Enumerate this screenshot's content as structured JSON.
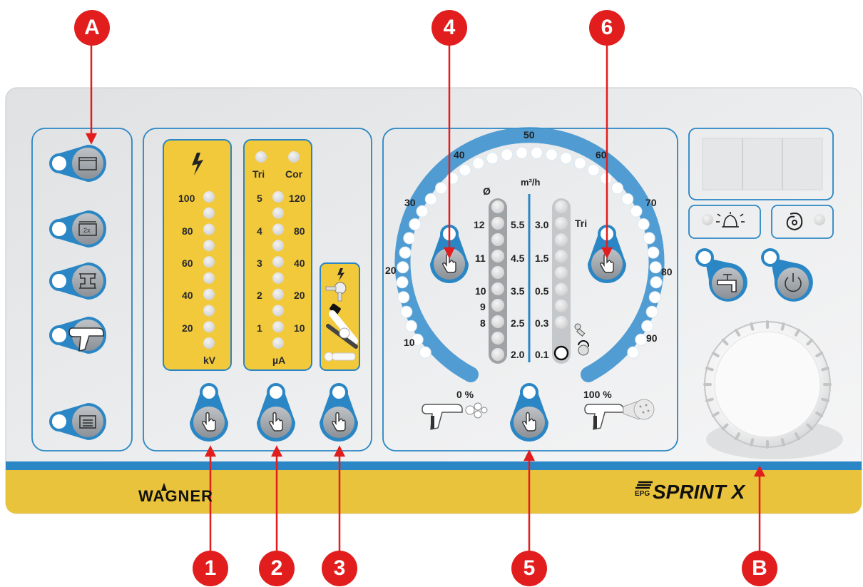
{
  "callouts": {
    "a": "A",
    "b": "B",
    "n1": "1",
    "n2": "2",
    "n3": "3",
    "n4": "4",
    "n5": "5",
    "n6": "6"
  },
  "brand": {
    "name": "WAGNER",
    "product_prefix": "EPG",
    "product": "SPRINT X"
  },
  "kv_panel": {
    "ticks": [
      "100",
      "80",
      "60",
      "40",
      "20"
    ],
    "unit": "kV"
  },
  "ua_panel": {
    "mode_left": "Tri",
    "mode_right": "Cor",
    "left_ticks": [
      "5",
      "4",
      "3",
      "2",
      "1"
    ],
    "right_ticks": [
      "120",
      "80",
      "40",
      "20",
      "10"
    ],
    "unit": "µA"
  },
  "flow_panel": {
    "dial_ticks": [
      "10",
      "20",
      "30",
      "40",
      "50",
      "60",
      "70",
      "80",
      "90"
    ],
    "diameter_symbol": "Ø",
    "flow_unit": "m³/h",
    "tri_label": "Tri",
    "diam_ticks": [
      "12",
      "11",
      "10",
      "9",
      "8"
    ],
    "mid_ticks": [
      "5.5",
      "4.5",
      "3.5",
      "2.5",
      "2.0"
    ],
    "right_ticks": [
      "3.0",
      "1.5",
      "0.5",
      "0.3",
      "0.1"
    ],
    "min_label": "0 %",
    "max_label": "100 %"
  },
  "colors": {
    "accent_blue": "#2a86c4",
    "panel_yellow": "#f2c93a",
    "strip_yellow": "#e9c33c",
    "callout_red": "#e21d1d"
  }
}
